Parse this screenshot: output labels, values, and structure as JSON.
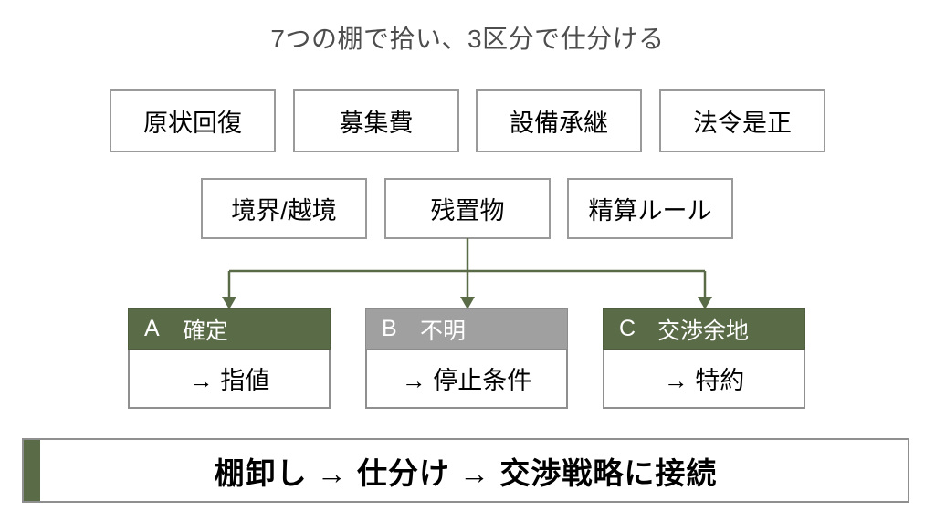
{
  "slide": {
    "title": "7つの棚で拾い、3区分で仕分ける",
    "colors": {
      "accent_green": "#5a6b47",
      "neutral_gray": "#a0a0a0",
      "box_border": "#9a9a9a",
      "title_text": "#4d4d4d",
      "connector": "#5a6b47"
    }
  },
  "shelf_row1": [
    {
      "label": "原状回復"
    },
    {
      "label": "募集費"
    },
    {
      "label": "設備承継"
    },
    {
      "label": "法令是正"
    }
  ],
  "shelf_row2": [
    {
      "label": "境界/越境"
    },
    {
      "label": "残置物"
    },
    {
      "label": "精算ルール"
    }
  ],
  "categories": [
    {
      "letter": "A",
      "label": "確定",
      "action": "→ 指値",
      "color": "#5a6b47"
    },
    {
      "letter": "B",
      "label": "不明",
      "action": "→ 停止条件",
      "color": "#a0a0a0"
    },
    {
      "letter": "C",
      "label": "交渉余地",
      "action": "→ 特約",
      "color": "#5a6b47"
    }
  ],
  "banner": {
    "text": "棚卸し → 仕分け → 交渉戦略に接続",
    "accent_color": "#5a6b47"
  }
}
